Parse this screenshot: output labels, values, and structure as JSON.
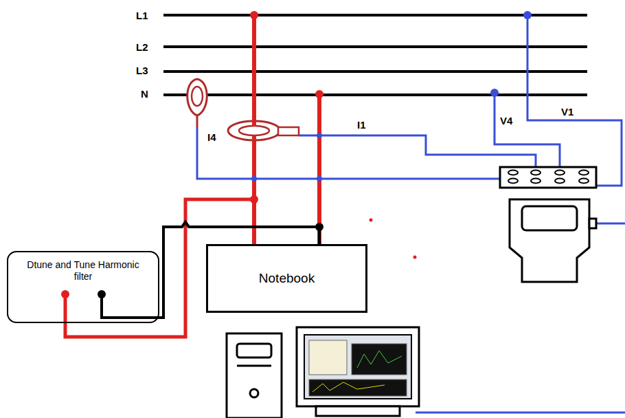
{
  "diagram": {
    "nodes": [
      {
        "text": [
          "Dtune and Tune Harmonic filter"
        ]
      },
      {
        "text": [
          "Notebook"
        ]
      }
    ],
    "edges": [
      {
        "from": 0,
        "to": 1,
        "arrow": "none"
      },
      {
        "from": 0,
        "to": 1,
        "arrow": "none"
      }
    ],
    "labels": [
      "L1",
      "L2",
      "L3",
      "N",
      "I4",
      "I1",
      "V4",
      "V1"
    ]
  }
}
